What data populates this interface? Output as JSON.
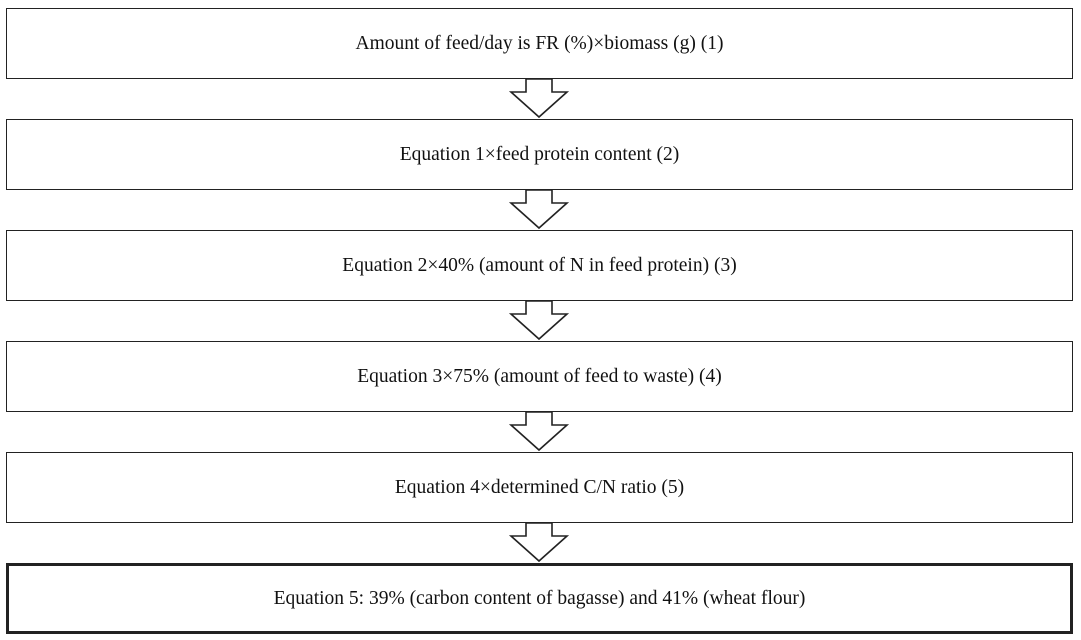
{
  "flowchart": {
    "steps": [
      {
        "label": "Amount of feed/day is FR (%)×biomass (g) (1)"
      },
      {
        "label": "Equation 1×feed protein content (2)"
      },
      {
        "label": "Equation 2×40% (amount of N in feed protein) (3)"
      },
      {
        "label": "Equation 3×75% (amount of feed to waste) (4)"
      },
      {
        "label": "Equation 4×determined C/N ratio (5)"
      },
      {
        "label": "Equation 5: 39% (carbon content of bagasse) and 41% (wheat flour)"
      }
    ],
    "arrow_icon": "hollow-down-arrow",
    "colors": {
      "border": "#222222",
      "text": "#111111",
      "background": "#ffffff"
    }
  }
}
